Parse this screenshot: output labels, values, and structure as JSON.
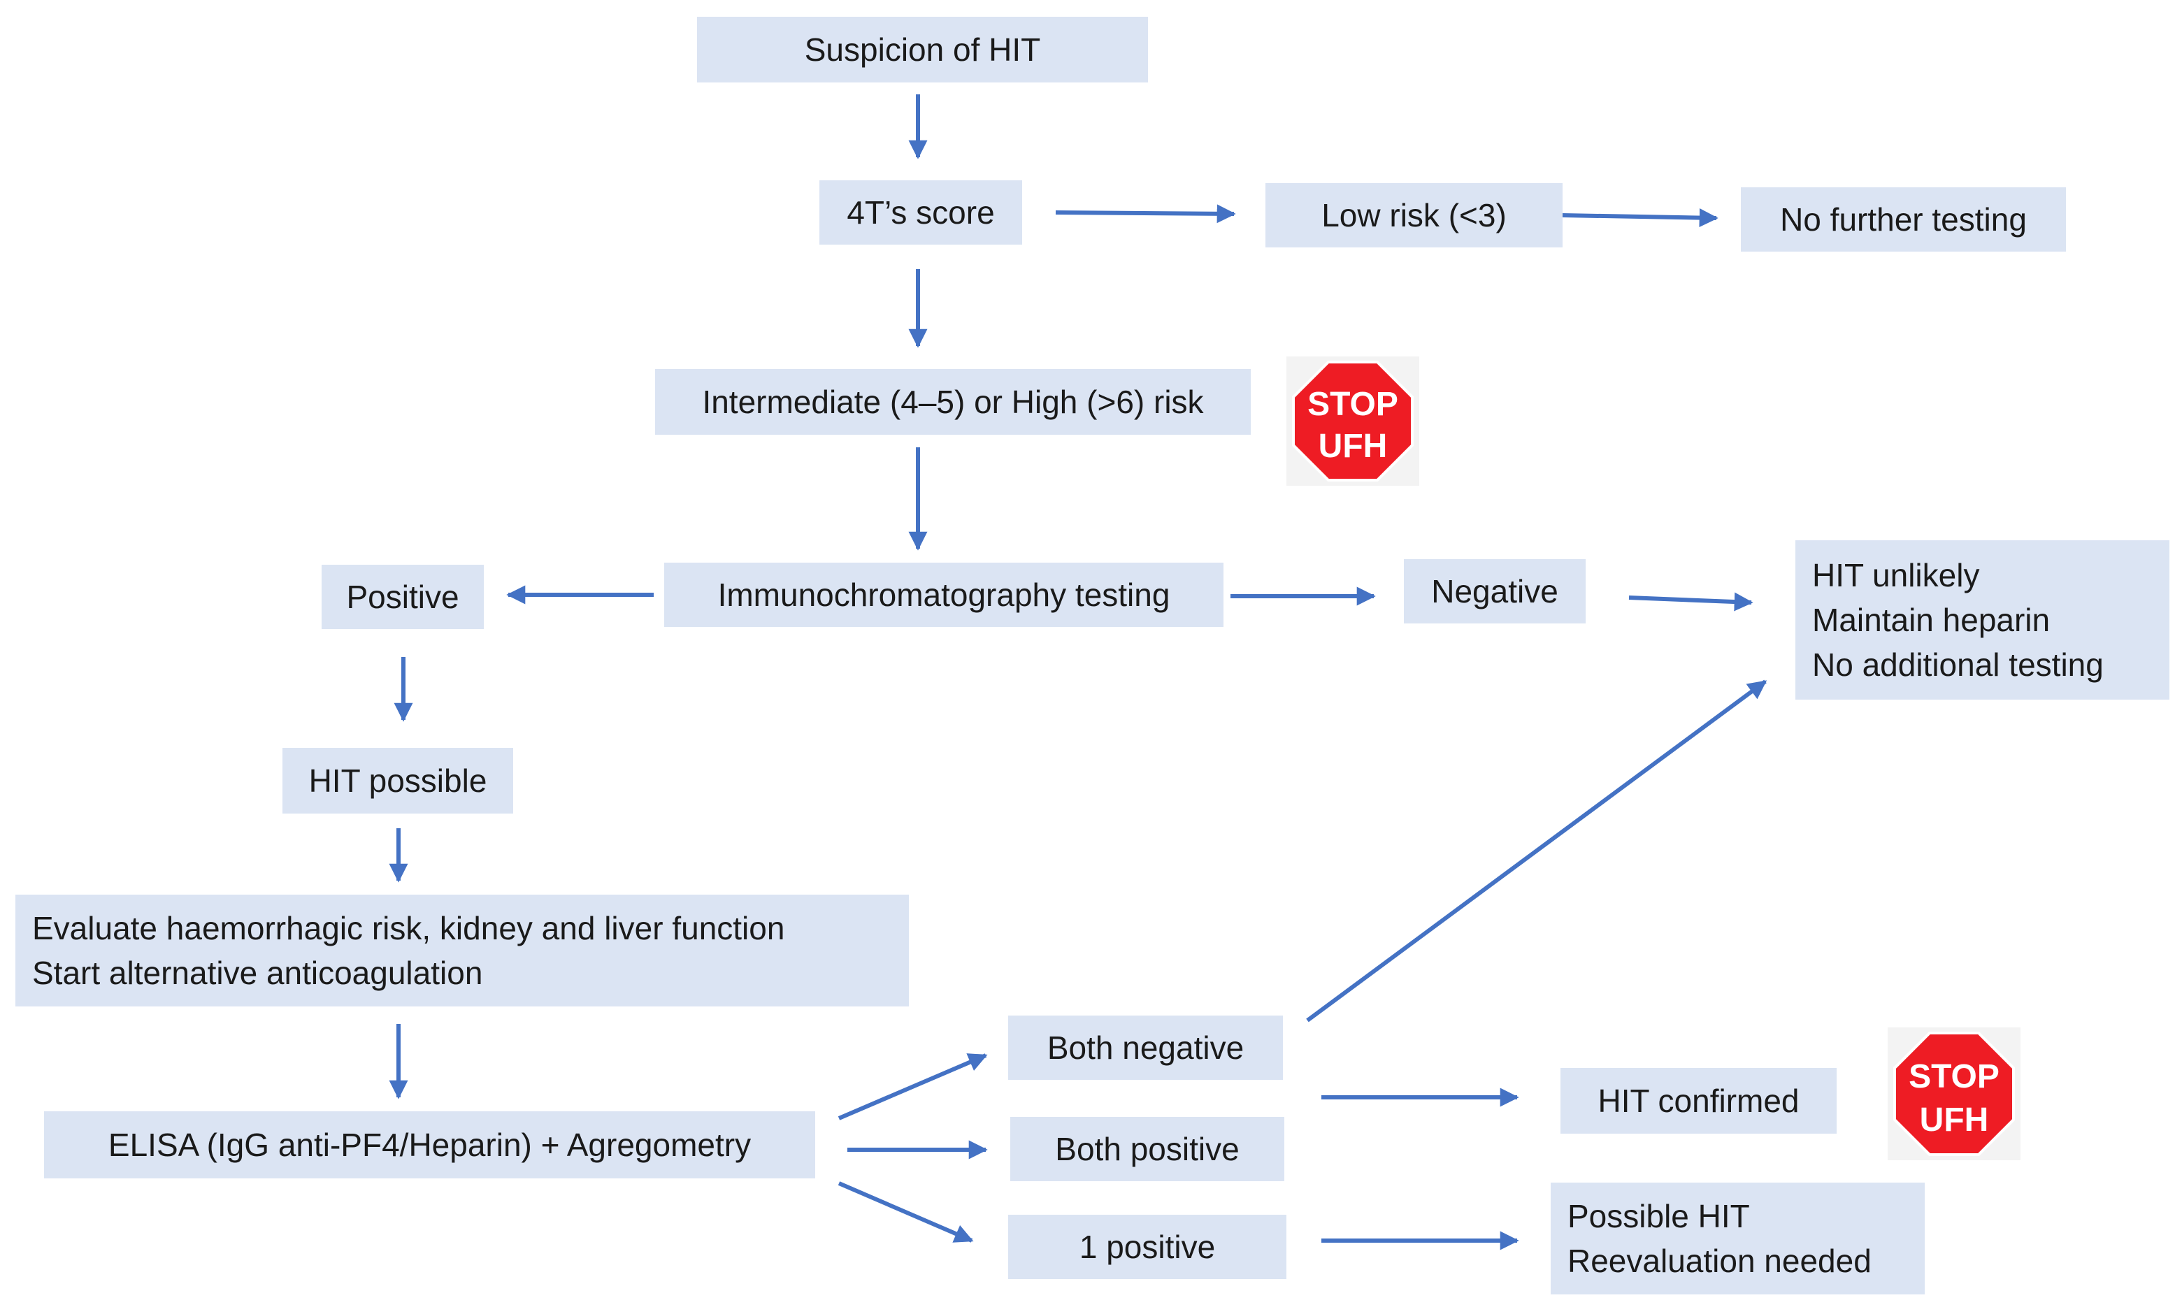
{
  "nodes": {
    "suspicion": "Suspicion of HIT",
    "score": "4T’s score",
    "low_risk": "Low risk (<3)",
    "no_further": "No further testing",
    "intermediate": "Intermediate (4–5) or High (>6) risk",
    "immuno": "Immunochromatography testing",
    "positive": "Positive",
    "negative": "Negative",
    "hit_unlikely": [
      "HIT unlikely",
      "Maintain heparin",
      "No additional testing"
    ],
    "hit_possible": "HIT possible",
    "evaluate": [
      "Evaluate haemorrhagic risk, kidney and liver function",
      "Start alternative anticoagulation"
    ],
    "elisa": "ELISA (IgG anti-PF4/Heparin) + Agregometry",
    "both_negative": "Both negative",
    "both_positive": "Both positive",
    "one_positive": "1 positive",
    "hit_confirmed": "HIT confirmed",
    "possible_hit": [
      "Possible HIT",
      "Reevaluation needed"
    ]
  },
  "stop_signs": [
    {
      "line1": "STOP",
      "line2": "UFH"
    },
    {
      "line1": "STOP",
      "line2": "UFH"
    }
  ],
  "colors": {
    "box_fill": "#dbe4f3",
    "arrow": "#4472c4",
    "stop_sign": "#ee1c24",
    "stop_text": "#ffffff"
  }
}
